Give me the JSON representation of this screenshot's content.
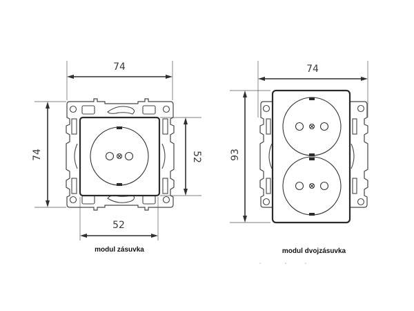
{
  "single_module": {
    "width_frame_label": "74",
    "height_frame_label": "74",
    "plate_height_label": "52",
    "plate_width_label": "52",
    "caption": "modul zásuvka"
  },
  "double_module": {
    "width_frame_label": "74",
    "plate_height_label": "93",
    "caption": "modul dvojzásuvka"
  },
  "colors": {
    "line": "#2f2f2f",
    "background": "#ffffff"
  }
}
